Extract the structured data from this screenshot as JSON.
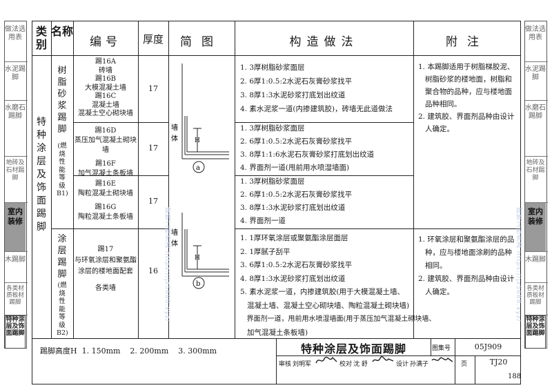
{
  "left_sidebar": [
    {
      "label": "做法选用表",
      "active": false
    },
    {
      "label": "水泥踢脚",
      "active": false
    },
    {
      "label": "水磨石踢脚",
      "active": false
    },
    {
      "label": "地砖及石材踢脚",
      "active": false
    },
    {
      "label": "室内装修",
      "active": true
    },
    {
      "label": "木踢脚",
      "active": false
    },
    {
      "label": "各类材质板材踢脚",
      "active": false
    },
    {
      "label": "特种涂层及饰面踢脚",
      "active": false,
      "boxed": true
    }
  ],
  "right_sidebar": [
    {
      "label": "做法选用表",
      "active": false
    },
    {
      "label": "水泥踢脚",
      "active": false
    },
    {
      "label": "水磨石踢脚",
      "active": false
    },
    {
      "label": "地砖及石材踢脚",
      "active": false
    },
    {
      "label": "室内装修",
      "active": true
    },
    {
      "label": "木踢脚",
      "active": false
    },
    {
      "label": "各类材质板材踢脚",
      "active": false
    },
    {
      "label": "特种涂层及饰面踢脚",
      "active": false,
      "boxed": true
    }
  ],
  "headers": {
    "category": "类别",
    "name": "名称",
    "code": "编号",
    "thickness": "厚度",
    "sketch": "简图",
    "method": "构造做法",
    "notes": "附注"
  },
  "category": "特种涂层及饰面踢脚",
  "name_resin": "树脂砂浆踢脚",
  "name_resin_sub": "(燃烧性能等级B1)",
  "name_coating": "涂层踢脚",
  "name_coating_sub": "(燃烧性能等级B2)",
  "rows": [
    {
      "codes": [
        "踢16A",
        "砖墙",
        "踢16B",
        "大模混凝土墙",
        "踢16C",
        "混凝土墙",
        "混凝土空心砌块墙"
      ],
      "thickness": "17",
      "method": [
        "1. 3厚树脂砂浆面层",
        "2. 6厚1:0.5:2水泥石灰膏砂浆找平",
        "3. 8厚1:3水泥砂浆打底划出纹道",
        "4. 素水泥浆一道(内掺建筑胶)，砖墙无此道做法"
      ]
    },
    {
      "codes": [
        "踢16D",
        "蒸压加气混凝土砌块墙",
        "踢16F",
        "加气混凝土条板墙"
      ],
      "thickness": "17",
      "method": [
        "1. 3厚树脂砂浆面层",
        "2. 6厚1:0.5:2水泥石灰膏砂浆找平",
        "3. 8厚1:1:6水泥石灰膏砂浆打底划出纹道",
        "4. 界面剂一道(甩前用水喷湿墙面)"
      ]
    },
    {
      "codes": [
        "踢16E",
        "陶粒混凝土砌块墙",
        "踢16G",
        "陶粒混凝土条板墙"
      ],
      "thickness": "17",
      "method": [
        "1. 3厚树脂砂浆面层",
        "2. 6厚1:0.5:2水泥石灰膏砂浆找平",
        "3. 8厚1:3水泥砂浆打底划出纹道",
        "4. 界面剂一道"
      ]
    },
    {
      "codes": [
        "踢17",
        "与环氧涂层和聚氨酯",
        "涂层的楼地面配套",
        "各类墙"
      ],
      "thickness": "16",
      "method": [
        "1. 1厚环氧涂层或聚氨酯涂层面层",
        "2. 1厚腻子刮平",
        "3. 6厚1:0.5:2水泥石灰膏砂浆找平",
        "4. 8厚1:3水泥砂浆打底划出纹道",
        "5. 素水泥浆一道，内掺建筑胶(用于大模混凝土墙、",
        "   混凝土墙、混凝土空心砌块墙、陶粒混凝土砌块墙)",
        "   界面剂一道，甩前用水喷湿墙面(用于蒸压加气混凝土砌块墙、",
        "   加气混凝土条板墙)"
      ]
    }
  ],
  "notes_resin": [
    "1. 本踢脚适用于树脂梯胶泥、",
    "   树脂砂浆的楼地面，树脂和",
    "   聚合物的品种，应与楼地面",
    "   品种相同。",
    "2. 建筑胶、界面剂品种由设计",
    "   人确定。"
  ],
  "notes_coating": [
    "1. 环氧涂层和聚氨酯涂层的品",
    "   种，应与楼地面涂刷的品种",
    "   相同。",
    "2. 建筑胶、界面剂品种由设计",
    "   人确定。"
  ],
  "sketch_labels": {
    "wall": "墙体",
    "height": "H",
    "a": "a",
    "b": "b"
  },
  "footer": {
    "height_label": "踢脚高度H  1. 150mm    2. 200mm    3. 300mm",
    "title": "特种涂层及饰面踢脚",
    "atlas_label": "图集号",
    "atlas_no": "05J909",
    "reviewer_label": "审核",
    "reviewer": "刘明军",
    "checker_label": "校对",
    "checker": "沈 舒",
    "designer_label": "设计",
    "designer": "孙满子",
    "page_label": "页",
    "page_no": "TJ20",
    "page_number": "188"
  },
  "watermark": "建筑工程资源 https://jz5688.xyz/"
}
